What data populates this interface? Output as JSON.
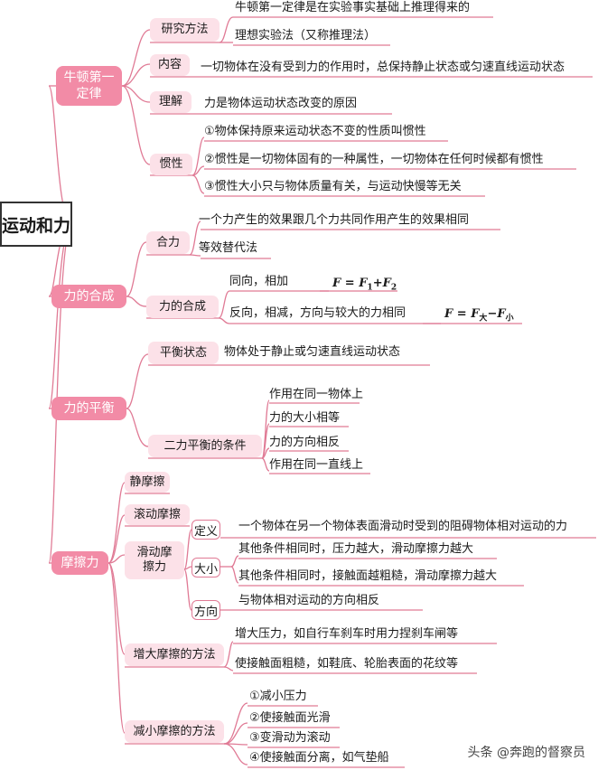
{
  "root": "运动和力",
  "colors": {
    "branch": "#f28ba6",
    "node_fill": "#fce1e8",
    "line": "#e07a95"
  },
  "newton": {
    "label": "牛顿第一定律",
    "method": {
      "label": "研究方法",
      "items": [
        "牛顿第一定律是在实验事实基础上推理得来的",
        "理想实验法（又称推理法）"
      ]
    },
    "content": {
      "label": "内容",
      "text": "一切物体在没有受到力的作用时，总保持静止状态或匀速直线运动状态"
    },
    "understanding": {
      "label": "理解",
      "text": "力是物体运动状态改变的原因"
    },
    "inertia": {
      "label": "惯性",
      "items": [
        "①物体保持原来运动状态不变的性质叫惯性",
        "②惯性是一切物体固有的一种属性，一切物体在任何时候都有惯性",
        "③惯性大小只与物体质量有关，与运动快慢等无关"
      ]
    }
  },
  "composition": {
    "label": "力的合成",
    "resultant": {
      "label": "合力",
      "items": [
        "一个力产生的效果跟几个力共同作用产生的效果相同",
        "等效替代法"
      ]
    },
    "rule": {
      "label": "力的合成",
      "same": {
        "text": "同向，相加",
        "F": "F",
        "eq": " = ",
        "F1": "F",
        "s1": "1",
        "plus": "+",
        "F2": "F",
        "s2": "2"
      },
      "opposite": {
        "text": "反向，相减，方向与较大的力相同",
        "F": "F",
        "eq": " = ",
        "Fa": "F",
        "sa": "大",
        "minus": "−",
        "Fb": "F",
        "sb": "小"
      }
    }
  },
  "balance": {
    "label": "力的平衡",
    "state": {
      "label": "平衡状态",
      "text": "物体处于静止或匀速直线运动状态"
    },
    "conditions": {
      "label": "二力平衡的条件",
      "items": [
        "作用在同一物体上",
        "力的大小相等",
        "力的方向相反",
        "作用在同一直线上"
      ]
    }
  },
  "friction": {
    "label": "摩擦力",
    "static": "静摩擦",
    "rolling": "滚动摩擦",
    "sliding": {
      "label": "滑动摩擦力",
      "definition": {
        "label": "定义",
        "text": "一个物体在另一个物体表面滑动时受到的阻碍物体相对运动的力"
      },
      "magnitude": {
        "label": "大小",
        "items": [
          "其他条件相同时，压力越大，滑动摩擦力越大",
          "其他条件相同时，接触面越粗糙，滑动摩擦力越大"
        ]
      },
      "direction": {
        "label": "方向",
        "text": "与物体相对运动的方向相反"
      }
    },
    "increase": {
      "label": "增大摩擦的方法",
      "items": [
        "增大压力，如自行车刹车时用力捏刹车闸等",
        "使接触面粗糙，如鞋底、轮胎表面的花纹等"
      ]
    },
    "decrease": {
      "label": "减小摩擦的方法",
      "items": [
        "①减小压力",
        "②使接触面光滑",
        "③变滑动为滚动",
        "④使接触面分离，如气垫船"
      ]
    }
  },
  "watermark": "头条 @奔跑的督察员"
}
